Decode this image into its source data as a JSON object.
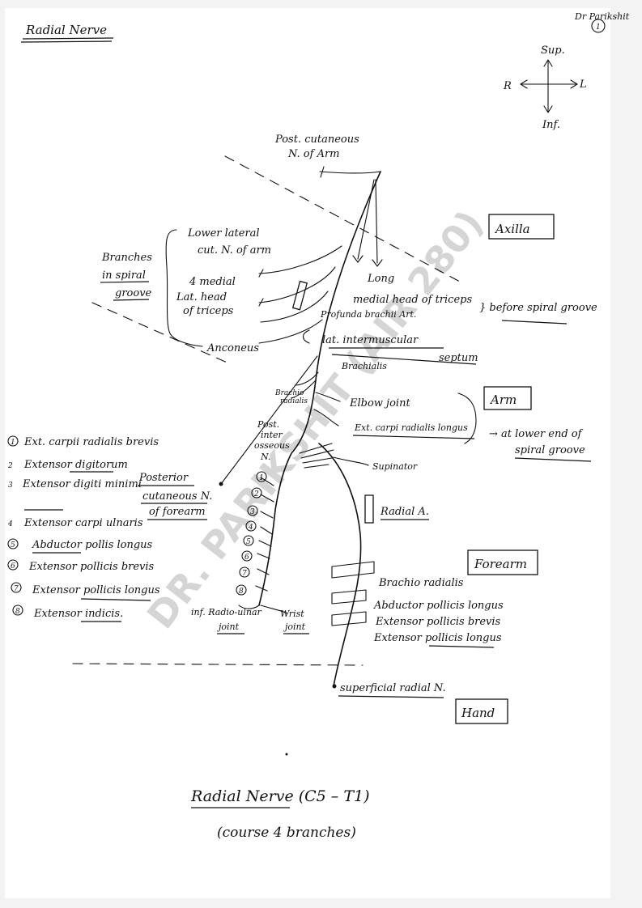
{
  "header": {
    "title": "Radial Nerve",
    "author": "Dr Parikshit",
    "page_number": "1"
  },
  "compass": {
    "up": "Sup.",
    "down": "Inf.",
    "left": "R",
    "right": "L"
  },
  "watermark": "DR. PARIKSHIT (AIR 280)",
  "regions": [
    "Axilla",
    "Arm",
    "Forearm",
    "Hand"
  ],
  "labels": {
    "post_cut_arm": [
      "Post. cutaneous",
      "N. of Arm"
    ],
    "lower_lat_cut": [
      "Lower lateral",
      "cut. N. of arm"
    ],
    "medial_lat_head": [
      "4 medial",
      "Lat. head",
      "of triceps"
    ],
    "long_head": [
      "Long",
      "medial head of triceps"
    ],
    "before_spiral": "} before spiral groove",
    "profunda": "Profunda brachii Art.",
    "branches_spiral": [
      "Branches",
      "in spiral",
      "groove"
    ],
    "anconeus": "Anconeus",
    "lat_septum": [
      "lat. intermuscular",
      "septum"
    ],
    "brachialis": "Brachialis",
    "brachio_radialis": [
      "Brachio",
      "radialis"
    ],
    "elbow_joint": "Elbow joint",
    "ecrl": "Ext. carpi radialis longus",
    "lower_end": [
      "→ at lower end of",
      "spiral groove"
    ],
    "post_inter_n": [
      "Post.",
      "inter",
      "osseous",
      "N."
    ],
    "supinator": "Supinator",
    "radial_a": "Radial A.",
    "post_cut_forearm": [
      "Posterior",
      "cutaneous N.",
      "of forearm"
    ],
    "inf_radio_ulnar": [
      "inf. Radio-ulnar",
      "joint"
    ],
    "wrist_joint": [
      "Wrist",
      "joint"
    ],
    "brachio_radialis_2": "Brachio radialis",
    "apl": "Abductor pollicis longus",
    "epb": "Extensor pollicis brevis",
    "epl": "Extensor pollicis longus",
    "superficial": "superficial radial N.",
    "footer_title": "Radial Nerve (C5 – T1)",
    "footer_sub": "(course 4 branches)"
  },
  "muscle_list": [
    {
      "num": "1",
      "name": "Ext. carpii radialis brevis"
    },
    {
      "num": "2",
      "name": "Extensor digitorum"
    },
    {
      "num": "3",
      "name": "Extensor digiti minimi"
    },
    {
      "num": "4",
      "name": "Extensor carpi ulnaris"
    },
    {
      "num": "5",
      "name": "Abductor pollis longus"
    },
    {
      "num": "6",
      "name": "Extensor pollicis brevis"
    },
    {
      "num": "7",
      "name": "Extensor pollicis longus"
    },
    {
      "num": "8",
      "name": "Extensor indicis."
    }
  ],
  "branch_numbers": [
    "1",
    "2",
    "3",
    "4",
    "5",
    "6",
    "7",
    "8"
  ]
}
